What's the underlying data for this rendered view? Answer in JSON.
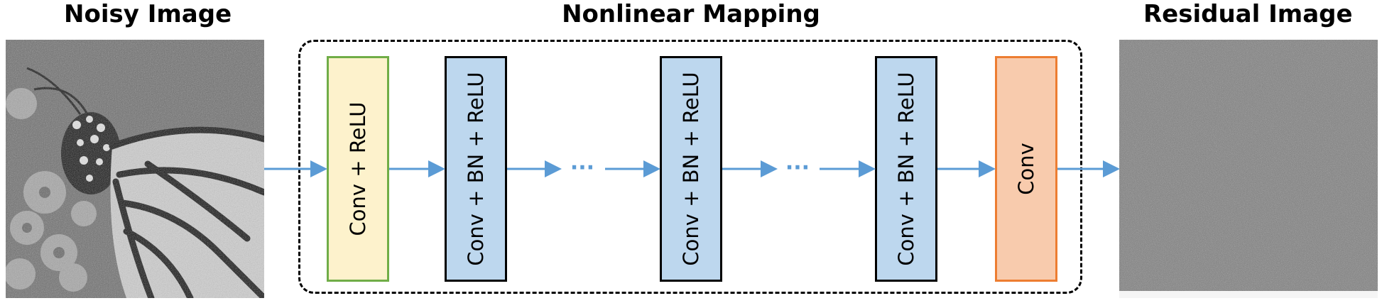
{
  "titles": {
    "noisy": "Noisy Image",
    "mapping": "Nonlinear Mapping",
    "residual": "Residual Image"
  },
  "blocks": [
    {
      "label": "Conv + ReLU"
    },
    {
      "label": "Conv + BN + ReLU"
    },
    {
      "label": "Conv + BN + ReLU"
    },
    {
      "label": "Conv + BN + ReLU"
    },
    {
      "label": "Conv"
    }
  ],
  "ellipsis": "···",
  "colors": {
    "arrow": "#5b9bd5",
    "first_block_fill": "#fdf2cc",
    "first_block_border": "#70ad47",
    "mid_block_fill": "#bdd7ee",
    "last_block_fill": "#f8cbad",
    "last_block_border": "#ed7d31"
  }
}
